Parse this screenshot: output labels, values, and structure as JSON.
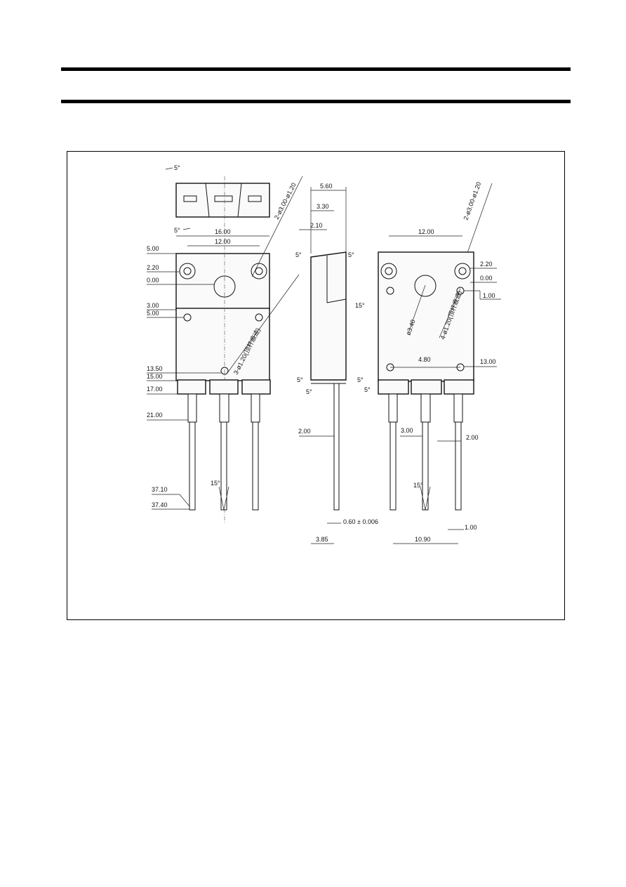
{
  "drawing": {
    "view1": {
      "top": {
        "angle_top": "5°",
        "angle_bottom": "5°"
      },
      "dims": {
        "width_overall": "16.00",
        "hole_pitch": "12.00",
        "holes_callout": "2-ø3.00-ø1.20",
        "pin_holes_callout": "3-ø1.20(顶杆痕迹)",
        "lead_angle": "15°"
      },
      "vertical_labels": [
        "5.00",
        "2.20",
        "0.00",
        "3.00",
        "5.00",
        "13.50",
        "15.00",
        "17.00",
        "21.00",
        "37.10",
        "37.40"
      ]
    },
    "view2": {
      "dims": {
        "thick_total": "5.60",
        "thick_mid": "3.30",
        "thick_front": "2.10",
        "lead_offset": "2.00",
        "lead_thickness": "0.60 ± 0.006",
        "bottom": "3.85"
      },
      "angles": [
        "5°",
        "5°",
        "15°",
        "5°",
        "5°",
        "5°",
        "5°"
      ]
    },
    "view3": {
      "dims": {
        "hole_pitch": "12.00",
        "holes_callout": "2-ø3.00-ø1.20",
        "center_hole": "ø3.40",
        "pin_holes_callout": "4-ø1.20(顶杆痕迹)",
        "pin_spacing": "4.80",
        "lead_pitch": "3.00",
        "lead_width": "2.00",
        "lead_span": "10.90",
        "lead_tip": "1.00",
        "lead_angle": "15°"
      },
      "right_labels": [
        "2.20",
        "0.00",
        "1.00",
        "13.00"
      ]
    }
  }
}
